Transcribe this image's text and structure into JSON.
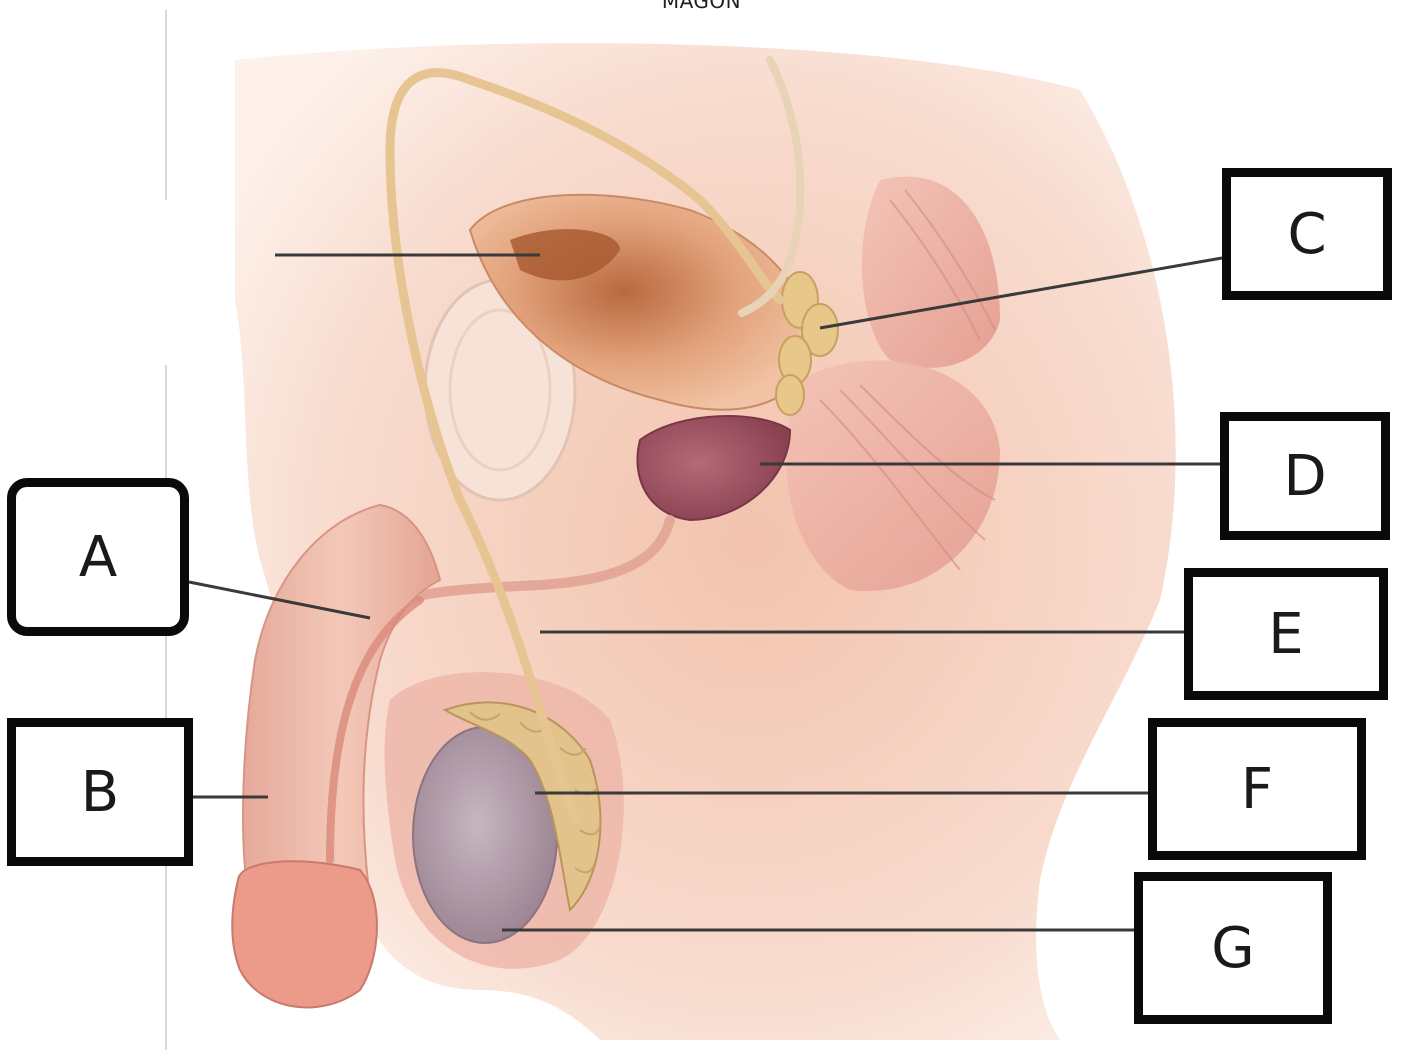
{
  "header": {
    "caption": "MAGON"
  },
  "labels": {
    "a": "A",
    "b": "B",
    "c": "C",
    "d": "D",
    "e": "E",
    "f": "F",
    "g": "G"
  },
  "colors": {
    "skin": "#f6d6c6",
    "skin_shadow": "#e9b9a2",
    "bladder": "#e0a47e",
    "prostate": "#a45a6a",
    "vas_deferens": "#e6c592",
    "testis": "#b6a0ae",
    "epididymis": "#e2c38c",
    "muscle": "#e8a39a",
    "leader_line": "#3a3a3a",
    "box_border": "#0a0a0a"
  }
}
